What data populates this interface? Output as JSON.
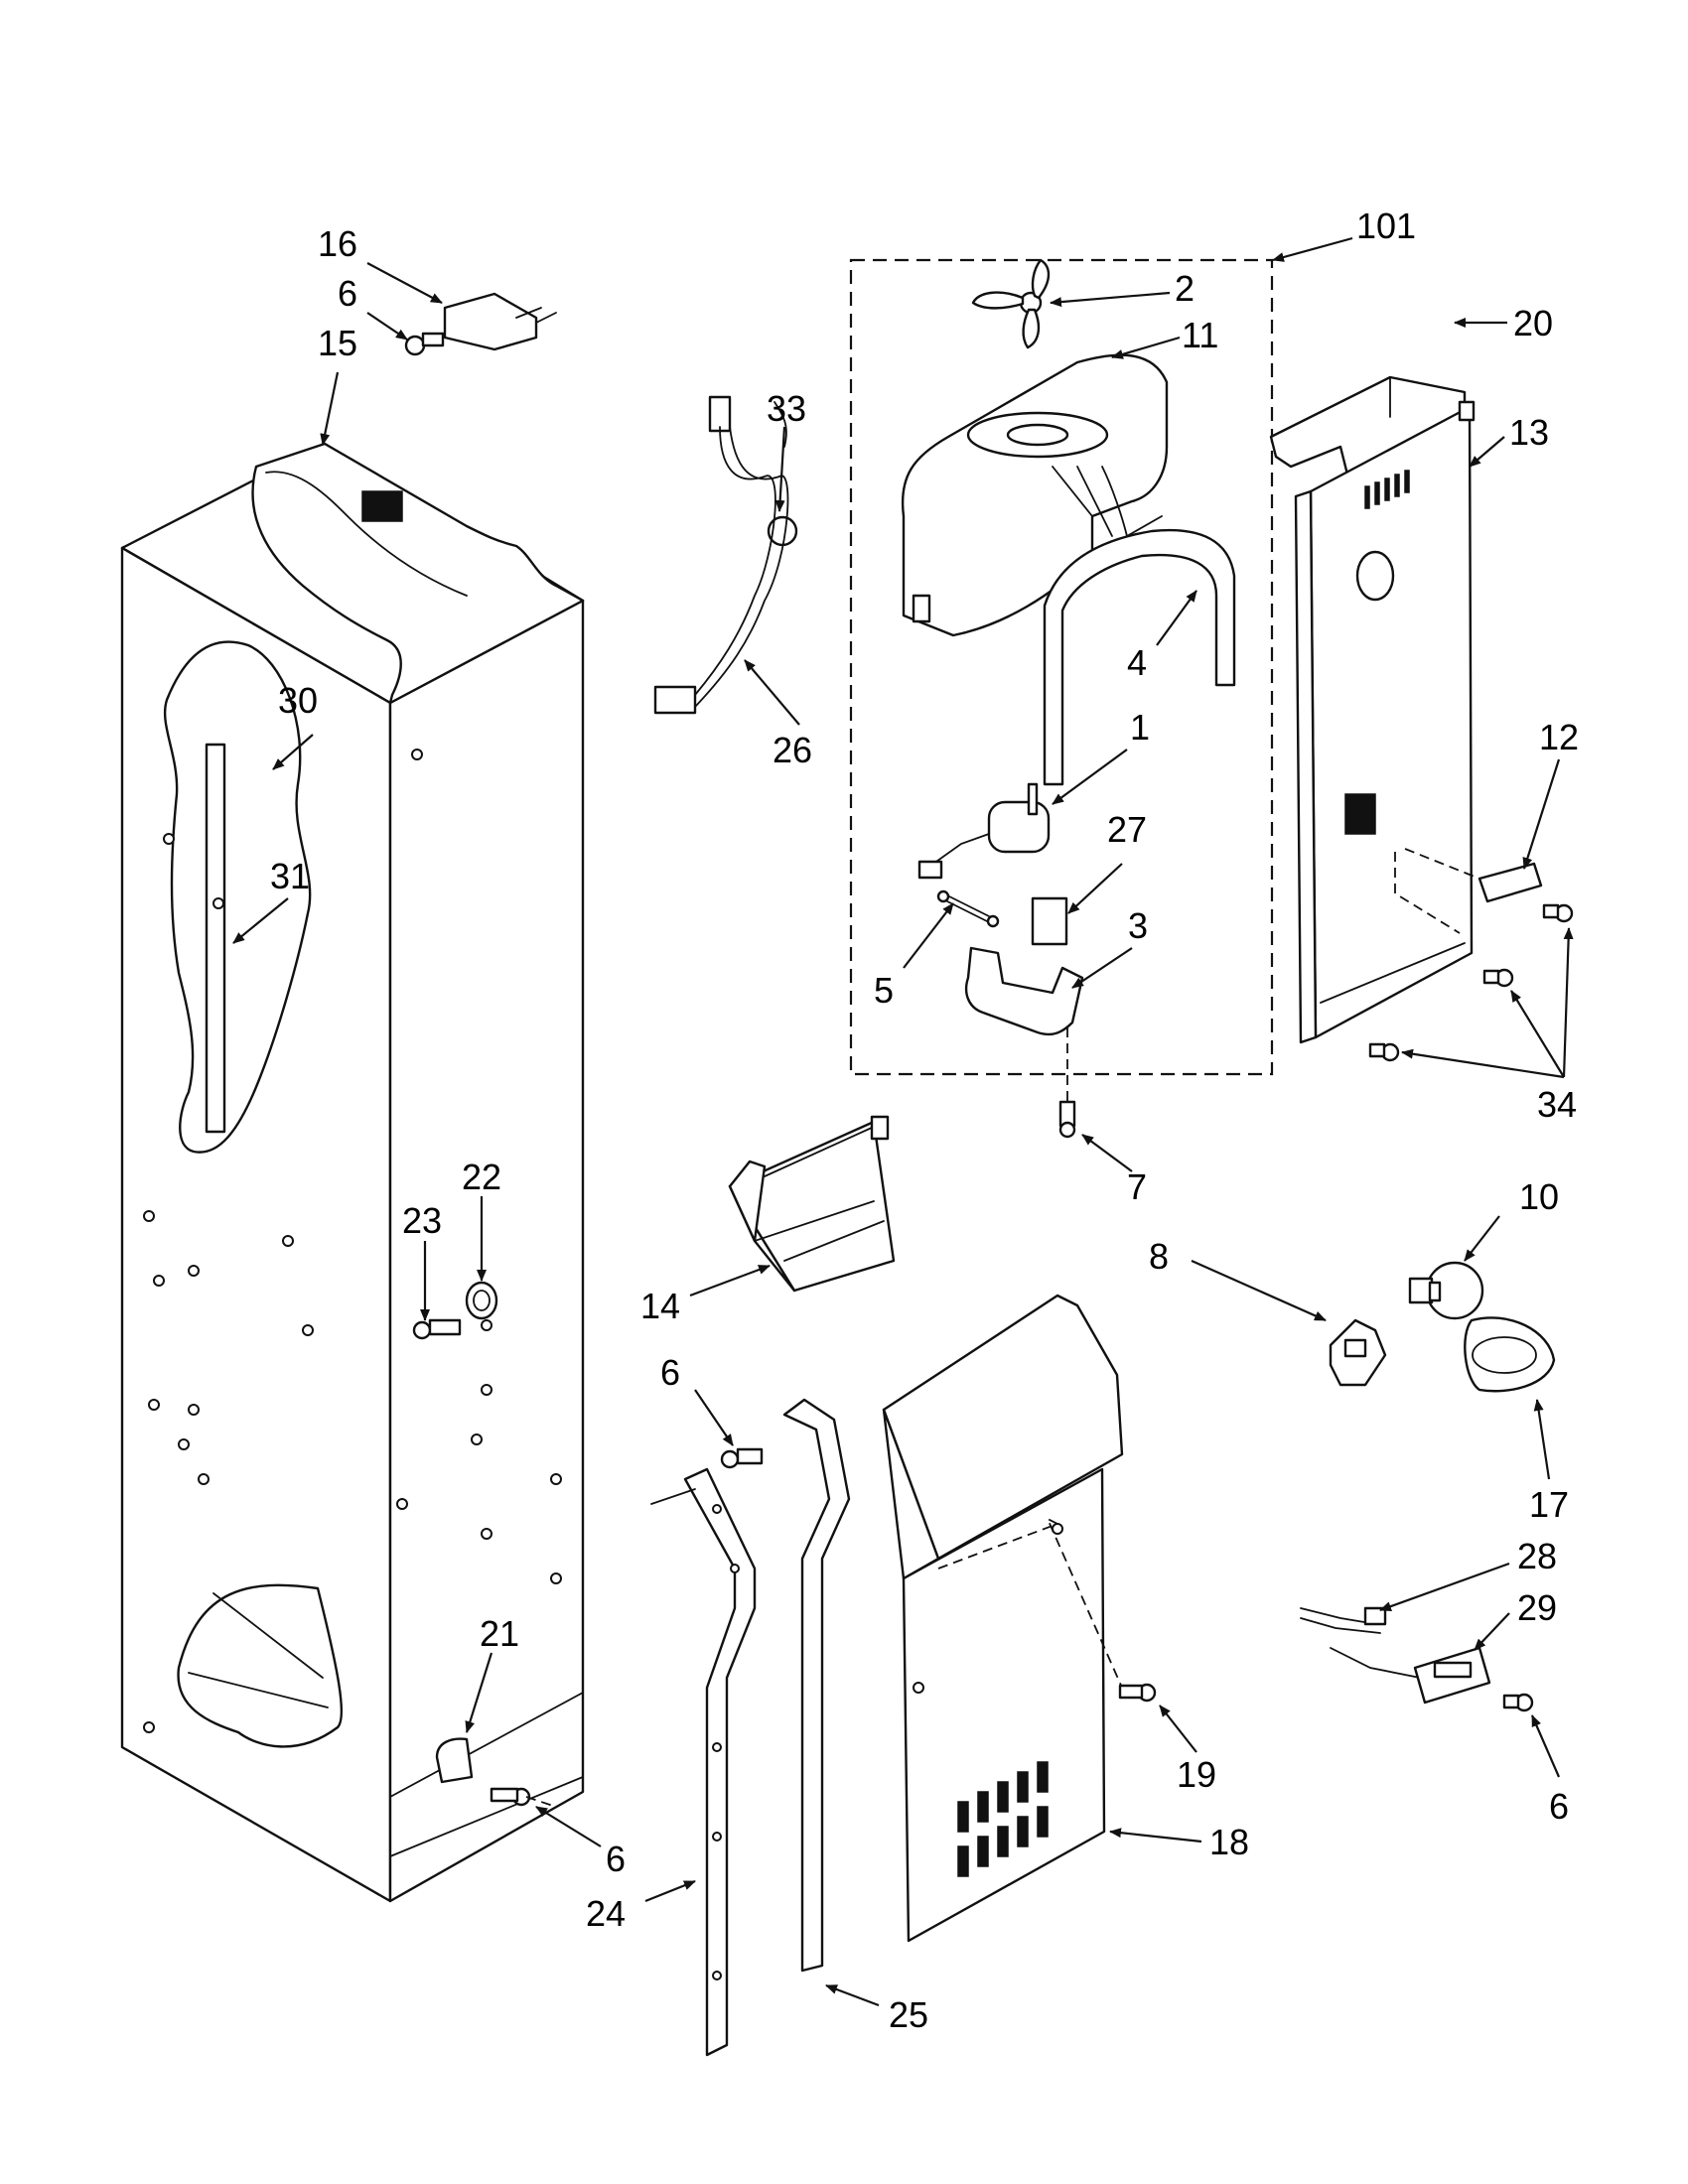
{
  "callouts": {
    "c101": "101",
    "c2": "2",
    "c11": "11",
    "c20": "20",
    "c13": "13",
    "c16": "16",
    "c6a": "6",
    "c15": "15",
    "c33": "33",
    "c26": "26",
    "c4": "4",
    "c1": "1",
    "c27": "27",
    "c3": "3",
    "c5": "5",
    "c12": "12",
    "c34": "34",
    "c30": "30",
    "c31": "31",
    "c7": "7",
    "c22": "22",
    "c23": "23",
    "c10": "10",
    "c8": "8",
    "c14": "14",
    "c6b": "6",
    "c17": "17",
    "c28": "28",
    "c29": "29",
    "c21": "21",
    "c19": "19",
    "c6c": "6",
    "c18": "18",
    "c6d": "6",
    "c24": "24",
    "c25": "25"
  },
  "colors": {
    "line": "#111111",
    "background": "#ffffff"
  }
}
